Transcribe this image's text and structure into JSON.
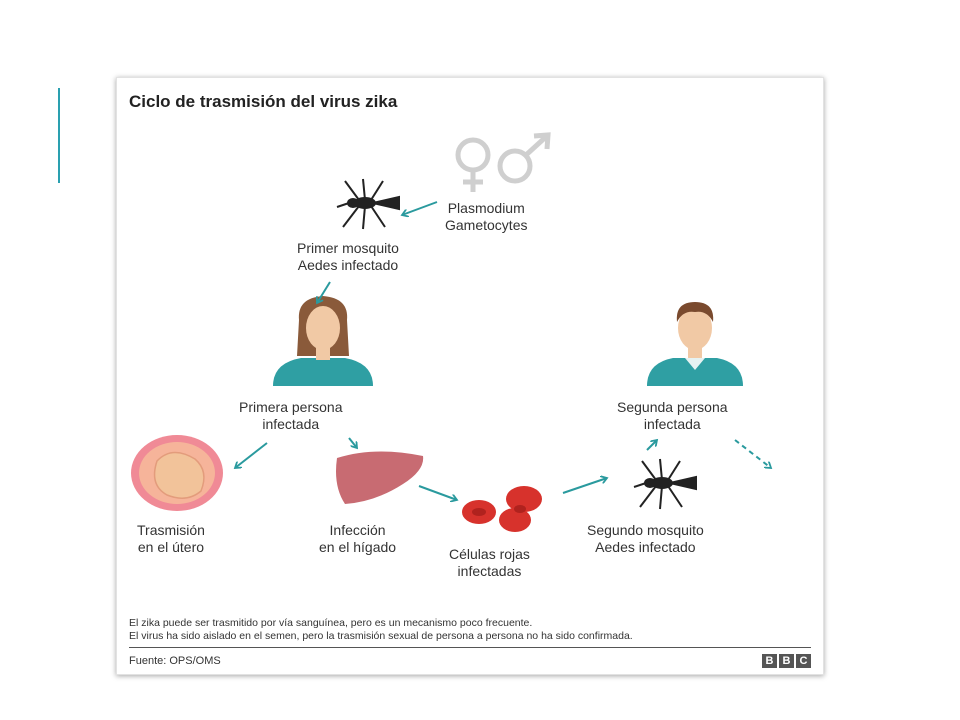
{
  "title": "Ciclo de trasmisión del virus zika",
  "nodes": {
    "gametocytes": {
      "line1": "Plasmodium",
      "line2": "Gametocytes"
    },
    "first_mosquito": {
      "line1": "Primer mosquito",
      "line2": "Aedes infectado"
    },
    "first_person": {
      "line1": "Primera persona",
      "line2": "infectada"
    },
    "second_person": {
      "line1": "Segunda persona",
      "line2": "infectada"
    },
    "uterus": {
      "line1": "Trasmisión",
      "line2": "en el útero"
    },
    "liver": {
      "line1": "Infección",
      "line2": "en el hígado"
    },
    "red_cells": {
      "line1": "Células rojas",
      "line2": "infectadas"
    },
    "second_mosquito": {
      "line1": "Segundo mosquito",
      "line2": "Aedes infectado"
    }
  },
  "notes": [
    "El zika puede ser trasmitido por vía sanguínea, pero es un mecanismo poco frecuente.",
    "El virus ha sido aislado en el semen, pero la trasmisión sexual de persona a persona no ha sido confirmada."
  ],
  "source": "Fuente: OPS/OMS",
  "brand": [
    "B",
    "B",
    "C"
  ],
  "colors": {
    "arrow": "#2a9a9e",
    "accent": "#2aa0b0",
    "organ": "#c86b72",
    "blood": "#d7322c"
  },
  "icons": [
    "gender-symbols-icon",
    "mosquito-icon",
    "woman-icon",
    "man-icon",
    "uterus-fetus-icon",
    "liver-icon",
    "red-blood-cells-icon"
  ]
}
